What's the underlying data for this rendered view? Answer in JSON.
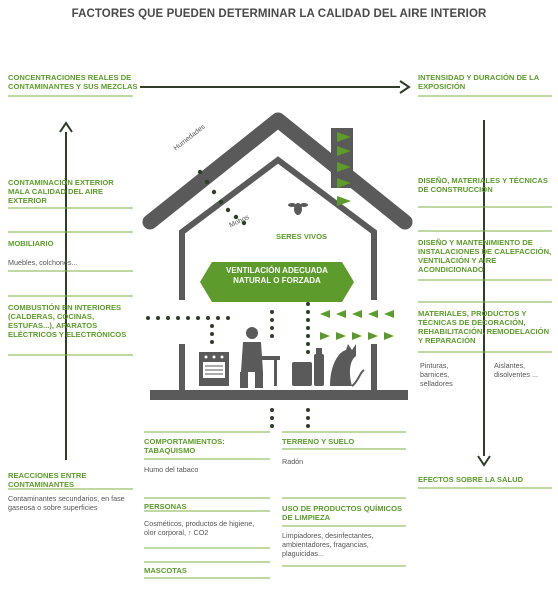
{
  "title": "FACTORES QUE PUEDEN DETERMINAR LA CALIDAD DEL AIRE INTERIOR",
  "colors": {
    "green": "#5d9b2c",
    "gray": "#5a5a5a",
    "dark": "#2f3d2a"
  },
  "top_left": "CONCENTRACIONES REALES DE CONTAMINANTES Y SUS MEZCLAS",
  "top_right": "INTENSIDAD Y DURACIÓN DE LA EXPOSICIÓN",
  "left": {
    "contaminacion": "CONTAMINACIÓN EXTERIOR MALA CALIDAD DEL AIRE EXTERIOR",
    "mobiliario": "MOBILIARIO",
    "mobiliario_sub": "Muebles, colchones...",
    "combustion": "COMBUSTIÓN EN INTERIORES (CALDERAS, COCINAS, ESTUFAS...), APARATOS ELÉCTRICOS Y ELECTRÓNICOS",
    "reacciones": "REACCIONES ENTRE CONTAMINANTES",
    "reacciones_sub": "Contaminantes secundarios, en fase gaseosa o sobre superficies"
  },
  "right": {
    "diseno": "DISEÑO, MATERIALES Y TÉCNICAS DE CONSTRUCCIÓN",
    "mantenimiento": "DISEÑO Y MANTENIMIENTO DE INSTALACIONES DE CALEFACCIÓN, VENTILACIÓN Y AIRE ACONDICIONADO",
    "materiales": "MATERIALES, PRODUCTOS Y TÉCNICAS DE DECORACIÓN, REHABILITACIÓN, REMODELACIÓN Y REPARACIÓN",
    "materiales_sub1": "Pinturas, barnices, selladores",
    "materiales_sub2": "Aislantes, disolventes ...",
    "efectos": "EFECTOS SOBRE LA SALUD"
  },
  "house": {
    "humedades": "Humedades",
    "mohos": "Mohos",
    "seres_vivos": "SERES VIVOS",
    "ventilacion": "VENTILACIÓN ADECUADA NATURAL O FORZADA"
  },
  "bottom": {
    "comportamientos": "COMPORTAMIENTOS: TABAQUISMO",
    "comportamientos_sub": "Humo del tabaco",
    "personas": "PERSONAS",
    "personas_sub": "Cosméticos, productos de higiene, olor corporal, ↑ CO2",
    "mascotas": "MASCOTAS",
    "terreno": "TERRENO Y SUELO",
    "terreno_sub": "Radón",
    "uso": "USO DE PRODUCTOS QUÍMICOS DE LIMPIEZA",
    "uso_sub": "Limpiadores, desinfectantes, ambientadores, fragancias, plaguicidas..."
  }
}
